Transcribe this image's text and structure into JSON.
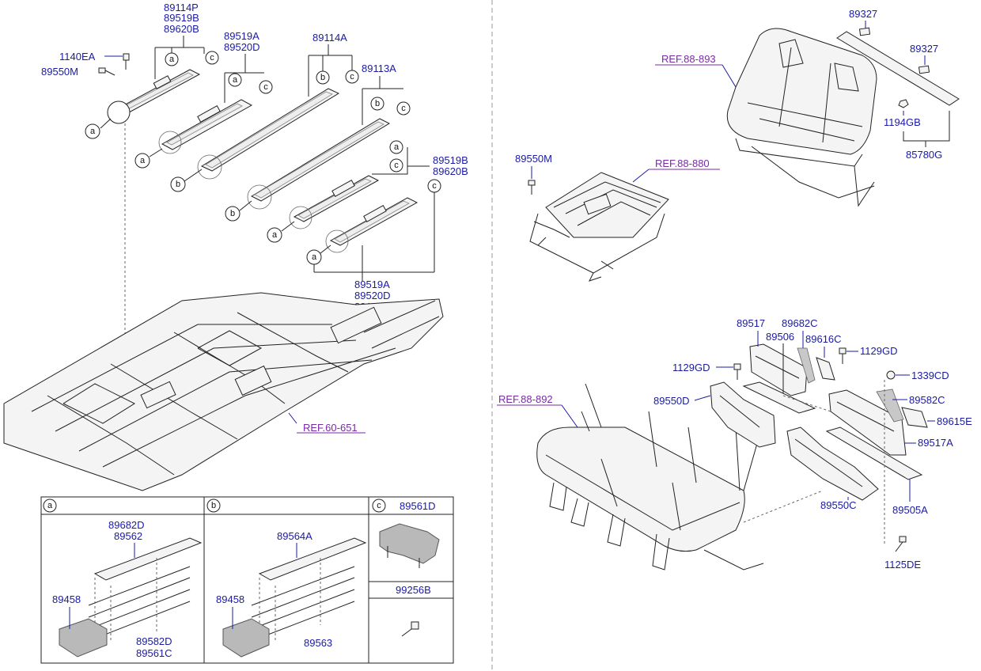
{
  "parts": {
    "rail_top_a": [
      "89114P",
      "89519B",
      "89620B"
    ],
    "bolt_1140": "1140EA",
    "bolt_89550m_left": "89550M",
    "rail_second_a": [
      "89519A",
      "89520D"
    ],
    "rail_long_b": "89114A",
    "rail_long_c": "89113A",
    "rail_right_pair": [
      "89519B",
      "89620B"
    ],
    "rail_bottom_group": [
      "89519A",
      "89520D",
      "89113P"
    ],
    "ref_floor": "REF.60-651",
    "seat_cushion_bolt": "89550M",
    "ref_880": "REF.88-880",
    "ref_893": "REF.88-893",
    "cap_89327_top": "89327",
    "cap_89327_mid": "89327",
    "nut_1194": "1194GB",
    "trim_85780": "85780G",
    "bracket_89517": "89517",
    "cover_89682c": "89682C",
    "bracket_89506": "89506",
    "cover_89616c": "89616C",
    "bolt_1129_right": "1129GD",
    "bolt_1129_left": "1129GD",
    "nut_1339": "1339CD",
    "bracket_89550d": "89550D",
    "cover_89582c": "89582C",
    "cover_89615e": "89615E",
    "bracket_89517a": "89517A",
    "ref_892": "REF.88-892",
    "bracket_89550c": "89550C",
    "bracket_89505a": "89505A",
    "bolt_1125": "1125DE"
  },
  "callouts": {
    "a": "a",
    "b": "b",
    "c": "c"
  },
  "detail_a": {
    "header": "a",
    "top_codes": [
      "89682D",
      "89562"
    ],
    "left_code": "89458",
    "bottom_codes": [
      "89582D",
      "89561C"
    ]
  },
  "detail_b": {
    "header": "b",
    "top_code": "89564A",
    "left_code": "89458",
    "bottom_code": "89563"
  },
  "detail_c": {
    "header": "c",
    "top_code": "89561D",
    "bottom_code": "99256B"
  },
  "colors": {
    "part_number": "#1a1aa6",
    "reference": "#7a2aa8",
    "line": "#222222"
  }
}
